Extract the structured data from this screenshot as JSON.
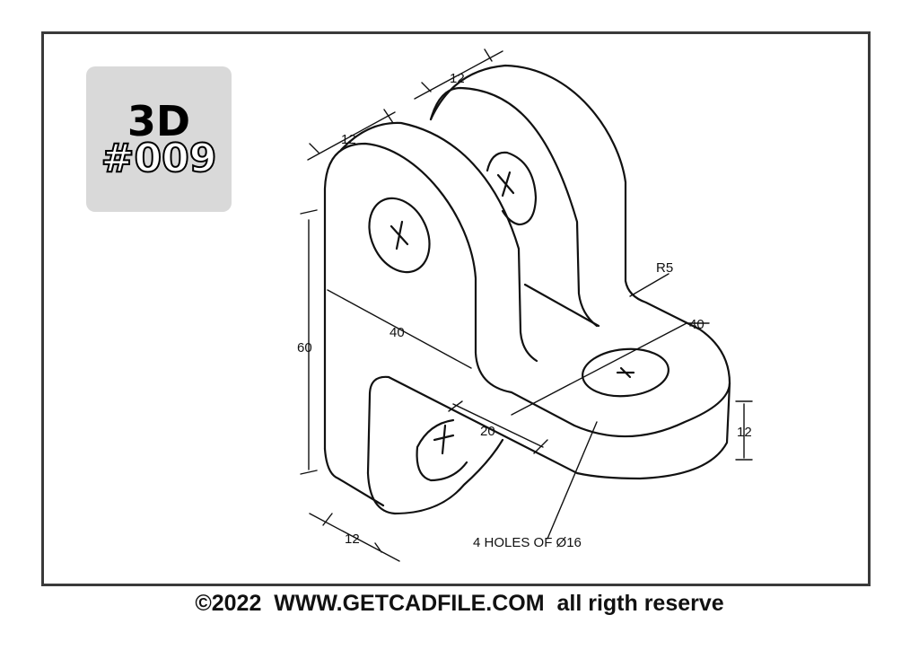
{
  "badge": {
    "line1": "3D",
    "line2": "#009"
  },
  "dimensions": {
    "front_thickness": "12",
    "back_thickness": "12",
    "bottom_thickness": "12",
    "height": "60",
    "width": "40",
    "base_length": "40",
    "slot": "20",
    "base_height": "12",
    "radius": "R5"
  },
  "note": "4 HOLES OF Ø16",
  "footer": "©2022  WWW.GETCADFILE.COM  all rigth reserve"
}
